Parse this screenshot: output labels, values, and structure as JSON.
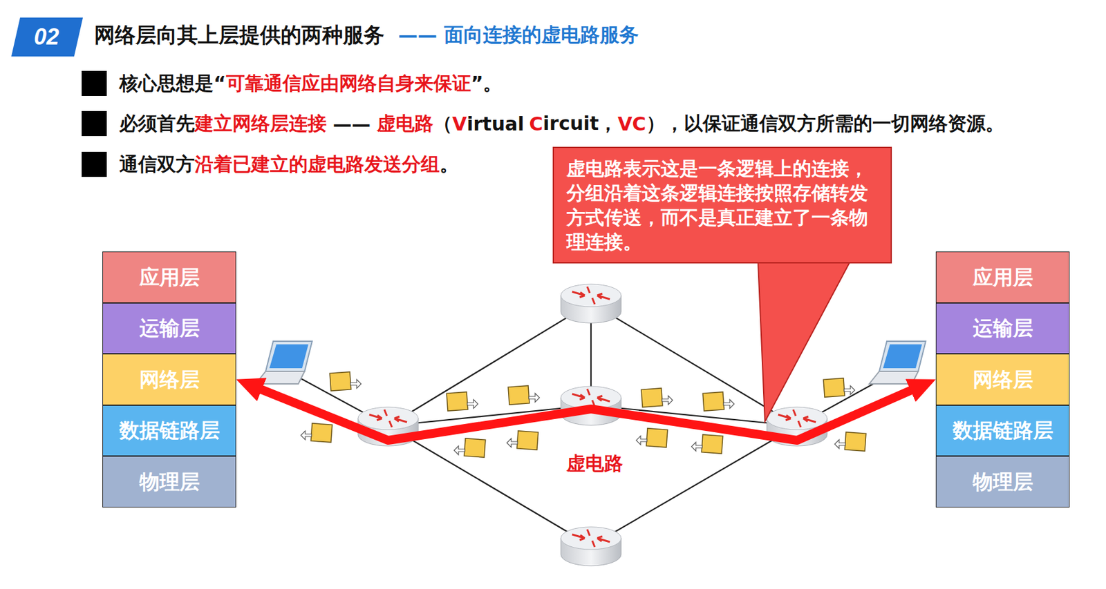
{
  "diagram": {
    "title": "网络层向其上层提供的两种服务",
    "nodes": [
      {
        "text": [
          "虚电路表示这是一条逻辑上的连接，分组沿着这条逻辑连接按照存储转发方式传送，而不是真正建立了一条物理连接。"
        ]
      },
      {
        "text": [
          "应用层"
        ]
      },
      {
        "text": [
          "运输层"
        ]
      },
      {
        "text": [
          "网络层"
        ]
      },
      {
        "text": [
          "数据链路层"
        ]
      },
      {
        "text": [
          "物理层"
        ]
      },
      {
        "text": [
          "应用层"
        ]
      },
      {
        "text": [
          "运输层"
        ]
      },
      {
        "text": [
          "网络层"
        ]
      },
      {
        "text": [
          "数据链路层"
        ]
      },
      {
        "text": [
          "物理层"
        ]
      }
    ],
    "edges": [
      {
        "from": 3,
        "to": 8,
        "arrow": "both",
        "label": "虚电路"
      }
    ],
    "labels": [
      "02",
      "—— 面向连接的虚电路服务",
      "核心思想是“",
      "可靠通信应由网络自身来保证",
      "”。",
      "必须首先",
      "建立网络层连接",
      "——",
      "虚电路",
      "（",
      "V",
      "irtual",
      "C",
      "ircuit，",
      "VC",
      "），以保证通信双方所需的一切网络资源。",
      "通信双方",
      "沿着已建立的虚电路发送分组",
      "。"
    ]
  }
}
